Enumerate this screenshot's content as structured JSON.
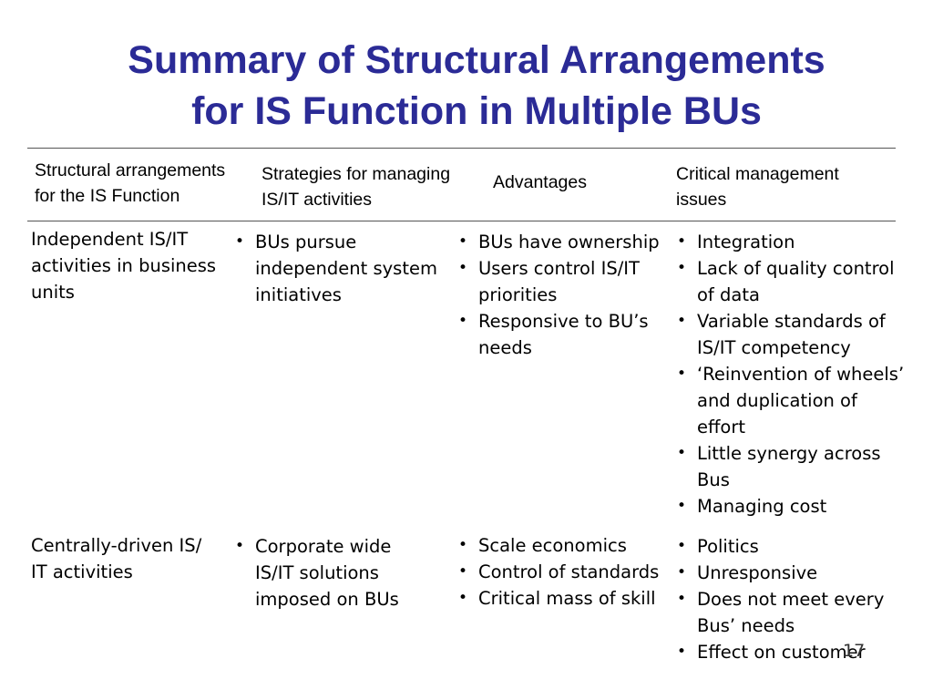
{
  "title": {
    "line1": "Summary of Structural Arrangements",
    "line2": "for IS Function in Multiple BUs"
  },
  "headers": [
    [
      "Structural arrangements",
      "for the IS Function"
    ],
    [
      "Strategies for managing",
      "IS/IT activities"
    ],
    [
      "Advantages"
    ],
    [
      "Critical management",
      "issues"
    ]
  ],
  "rows": [
    {
      "arrangement": [
        "Independent IS/IT",
        "activities in business",
        "units"
      ],
      "strategies": [
        [
          "BUs pursue",
          "independent system",
          "initiatives"
        ]
      ],
      "advantages": [
        [
          "BUs have ownership"
        ],
        [
          "Users control IS/IT",
          "priorities"
        ],
        [
          "Responsive to BU’s",
          "needs"
        ]
      ],
      "issues": [
        [
          "Integration"
        ],
        [
          "Lack of quality control",
          "of data"
        ],
        [
          "Variable standards of",
          "IS/IT competency"
        ],
        [
          "‘Reinvention of wheels’",
          "and duplication of",
          "effort"
        ],
        [
          "Little synergy across",
          "Bus"
        ],
        [
          "Managing cost"
        ]
      ]
    },
    {
      "arrangement": [
        "Centrally-driven IS/",
        "IT activities"
      ],
      "strategies": [
        [
          "Corporate wide",
          "IS/IT solutions",
          "imposed on BUs"
        ]
      ],
      "advantages": [
        [
          "Scale economics"
        ],
        [
          "Control of standards"
        ],
        [
          "Critical mass of skill"
        ]
      ],
      "issues": [
        [
          "Politics"
        ],
        [
          "Unresponsive"
        ],
        [
          "Does not meet every",
          "Bus’ needs"
        ],
        [
          "Effect on customer"
        ]
      ]
    }
  ],
  "page_number": "17"
}
